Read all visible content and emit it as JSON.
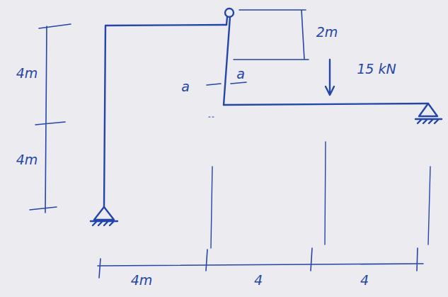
{
  "diagram": {
    "labels": [
      "2m",
      "a",
      "a",
      "15 kN",
      "4m",
      "4m",
      "4m",
      "4",
      "4"
    ]
  }
}
